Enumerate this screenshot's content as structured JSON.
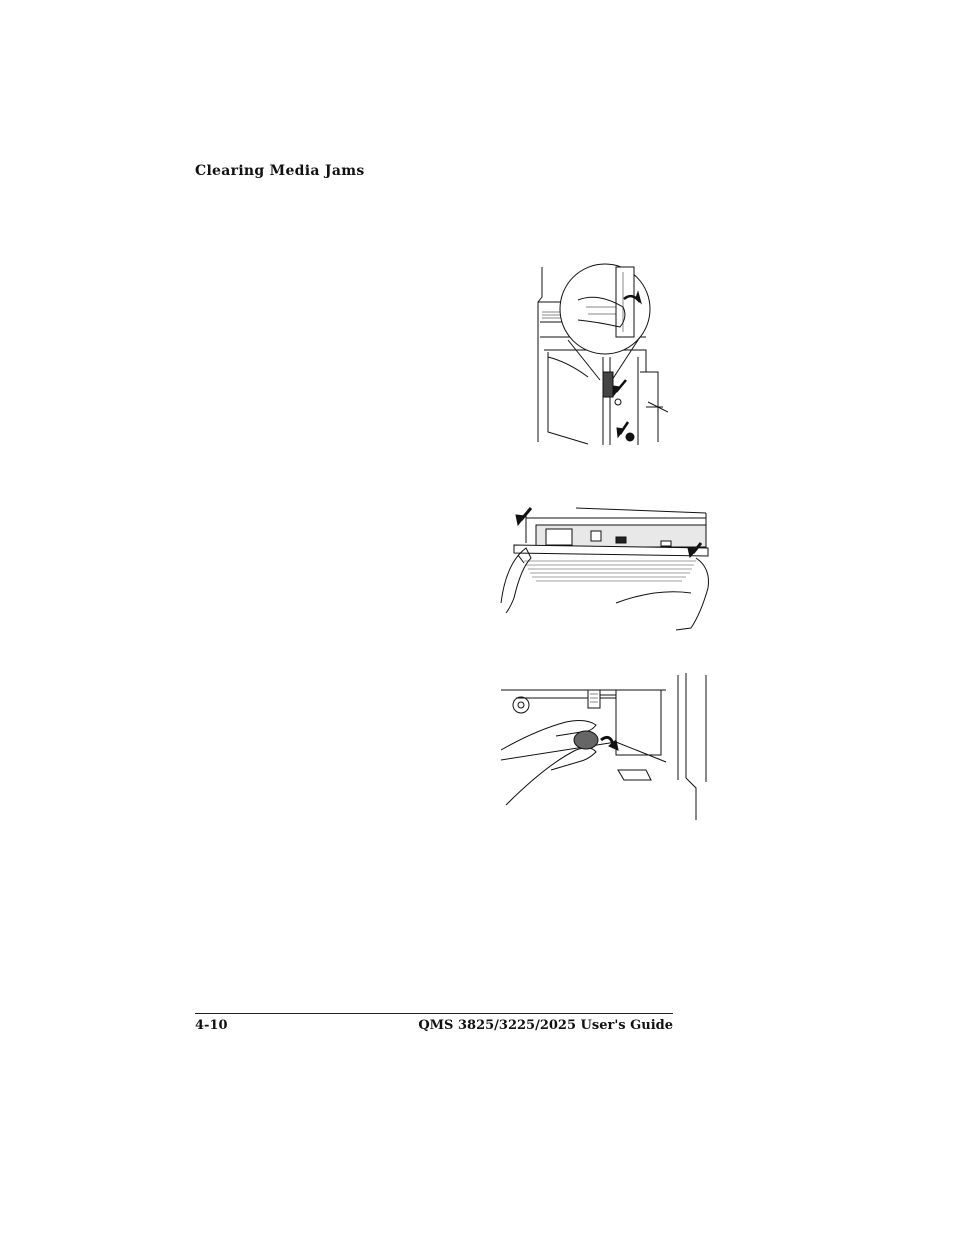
{
  "header": {
    "section_title": "Clearing Media Jams"
  },
  "figures": [
    {
      "icon": "printer-side-door-lever-illustration"
    },
    {
      "icon": "printer-front-panel-removal-illustration"
    },
    {
      "icon": "printer-fuser-knob-turn-illustration"
    }
  ],
  "footer": {
    "page_number": "4-10",
    "guide_title": "QMS 3825/3225/2025 User's Guide"
  }
}
